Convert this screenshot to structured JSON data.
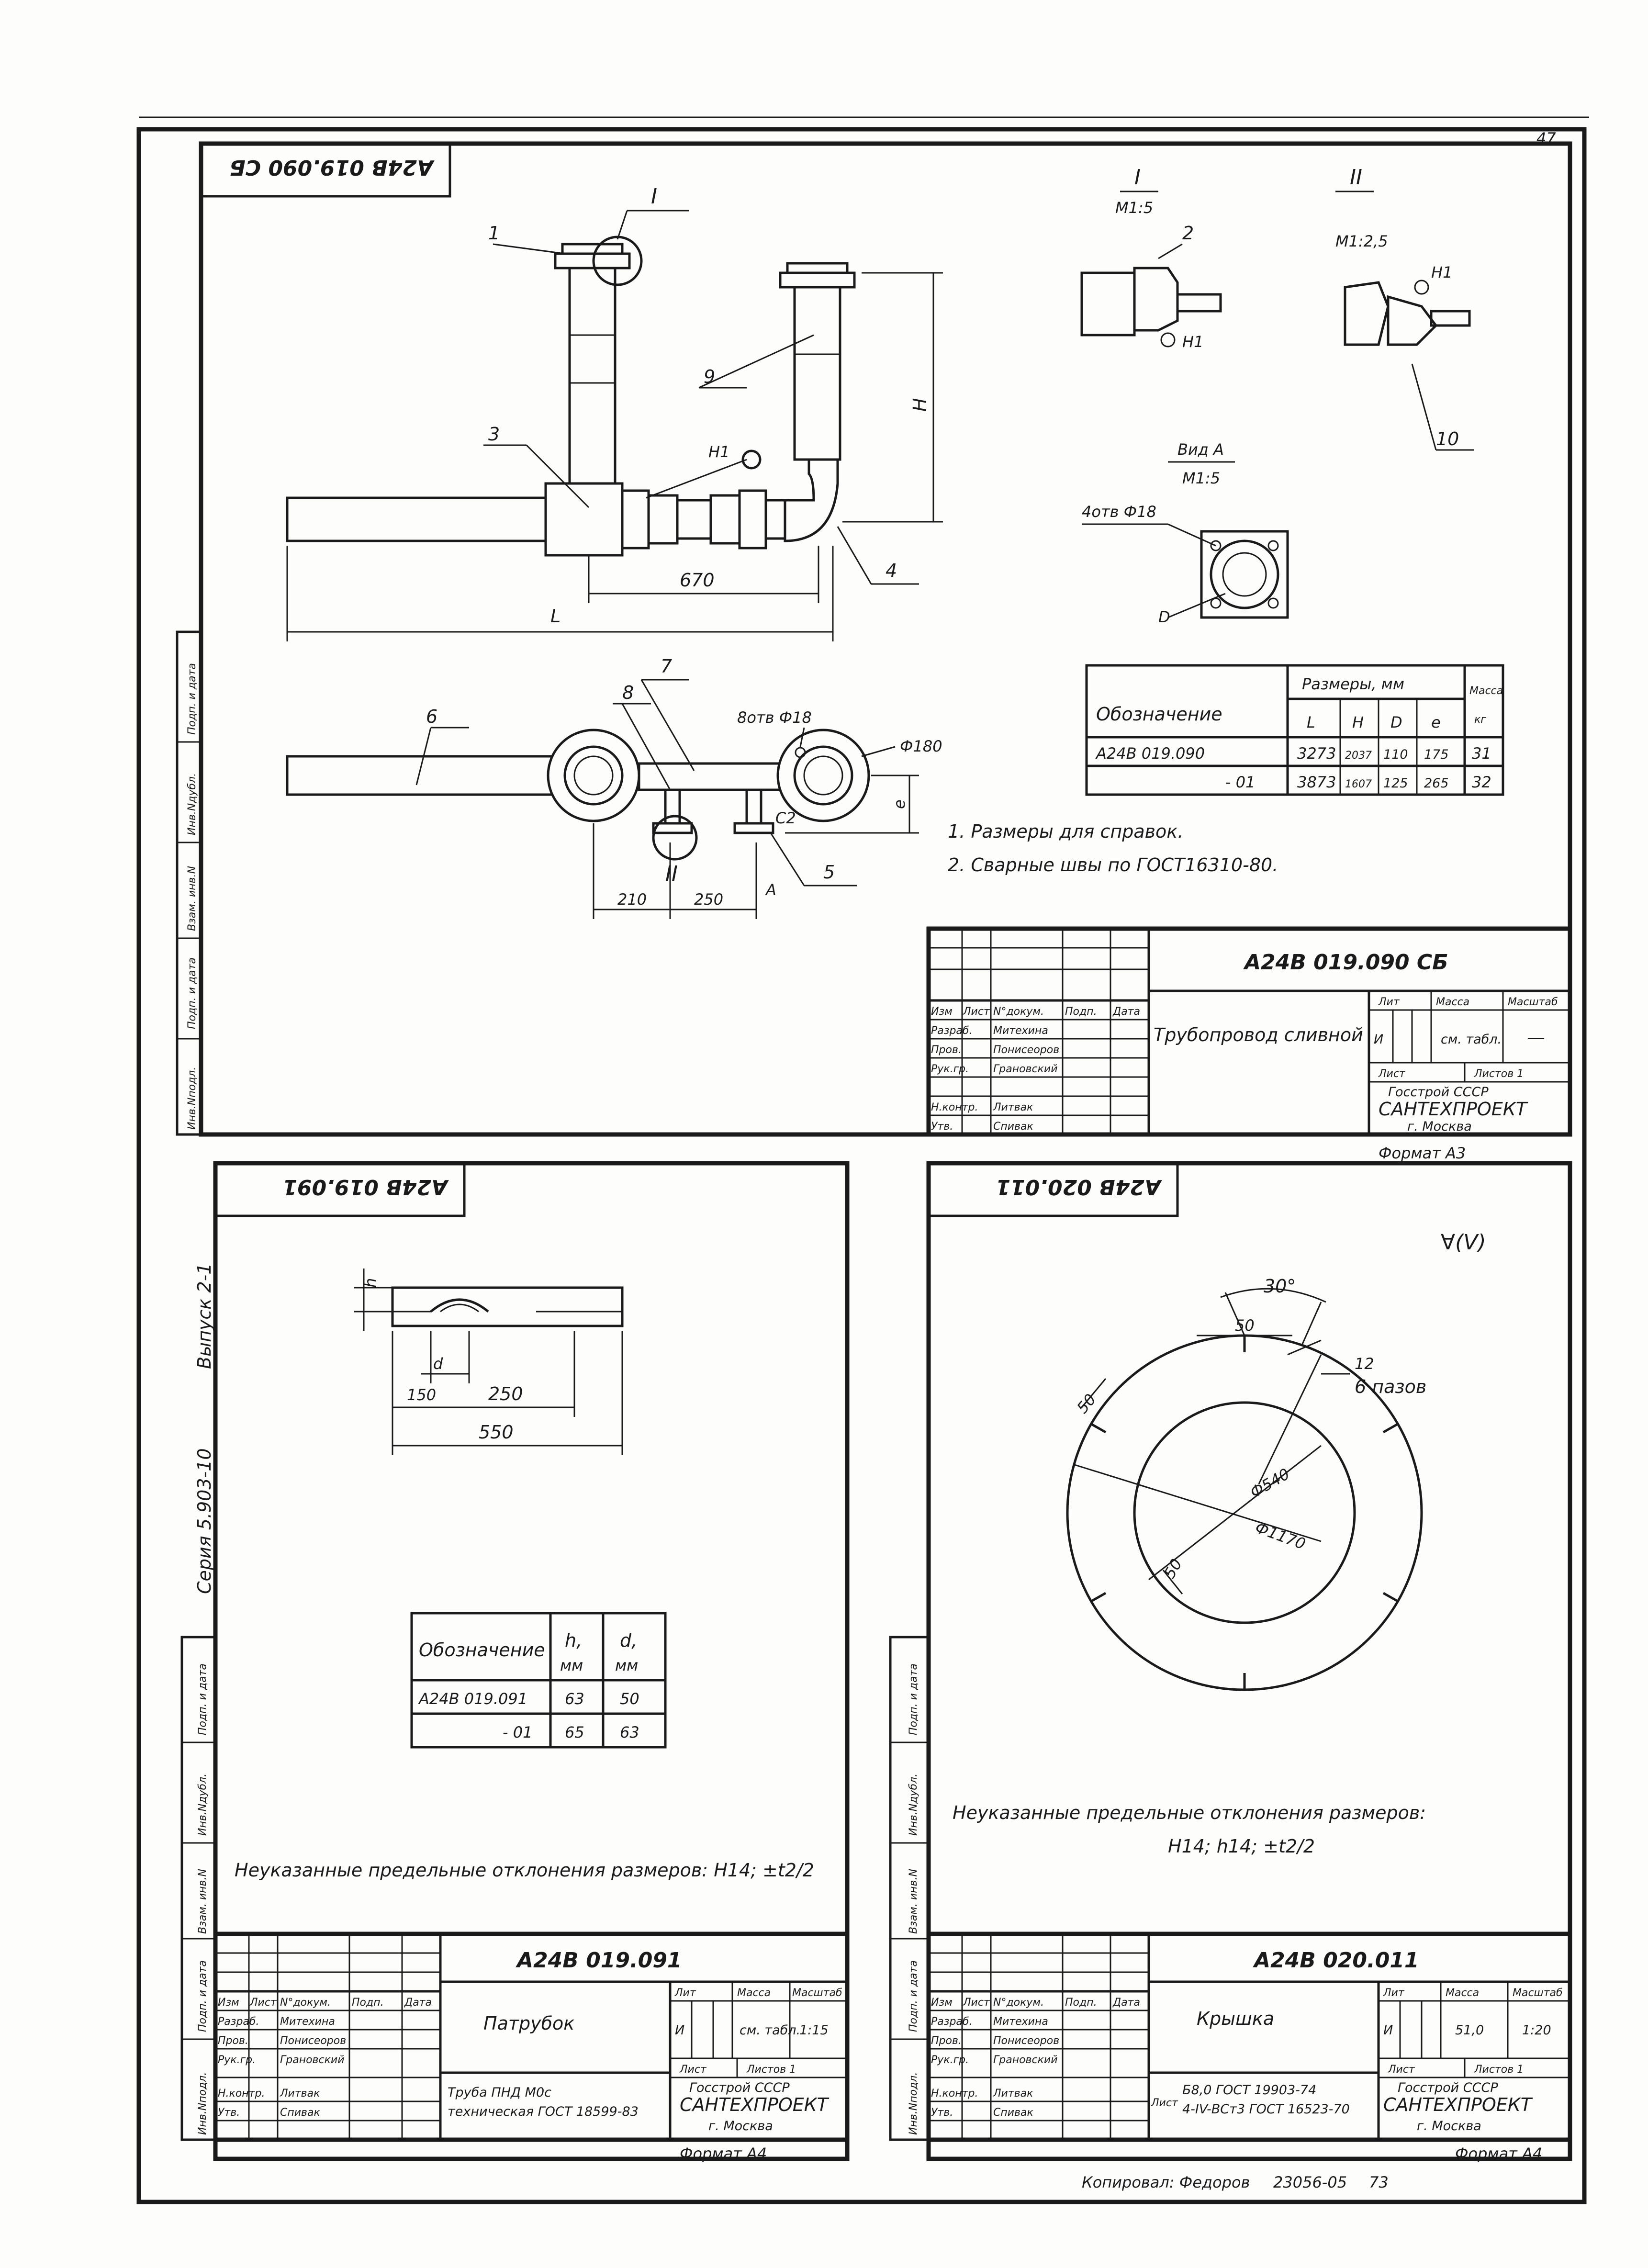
{
  "page_number": "47",
  "drawing1": {
    "designation_rotated": "А24В 019.090 СБ",
    "view_I_label": "I",
    "view_I_scale": "М1:5",
    "view_II_label": "II",
    "view_II_scale": "М1:2,5",
    "view_A_label": "Вид А",
    "view_A_scale": "М1:5",
    "holes_4": "4отв Ф18",
    "callout_D": "D",
    "callouts": [
      "1",
      "2",
      "3",
      "4",
      "5",
      "6",
      "7",
      "8",
      "9",
      "10"
    ],
    "h1": "Н1",
    "dim_670": "670",
    "dim_L": "L",
    "dim_H": "H",
    "dim_210": "210",
    "dim_250": "250",
    "dim_e": "е",
    "holes_8": "8отв Ф18",
    "dia_180": "Ф180",
    "weld_c2": "С2",
    "arrow_A": "А",
    "table": {
      "header_designation": "Обозначение",
      "header_sizes": "Размеры, мм",
      "header_mass": "Масса",
      "mass_unit": "кг",
      "cols": [
        "L",
        "H",
        "D",
        "е"
      ],
      "rows": [
        {
          "designation": "А24В 019.090",
          "L": "3273",
          "H": "2037",
          "D": "110",
          "e": "175",
          "mass": "31"
        },
        {
          "designation": "- 01",
          "L": "3873",
          "H": "1607",
          "D": "125",
          "e": "265",
          "mass": "32"
        }
      ]
    },
    "notes": [
      "1. Размеры для справок.",
      "2. Сварные швы по ГОСТ16310-80."
    ],
    "title_block": {
      "designation": "А24В 019.090 СБ",
      "name": "Трубопровод сливной",
      "lit": "Лит",
      "mass": "Масса",
      "scale": "Масштаб",
      "lit_val": "И",
      "mass_val": "см. табл.",
      "scale_val": "—",
      "sheet": "Лист",
      "sheets": "Листов 1",
      "org1": "Госстрой СССР",
      "org2": "САНТЕХПРОЕКТ",
      "org3": "г. Москва",
      "format": "Формат А3",
      "hdr": [
        "Изм",
        "Лист",
        "N°докум.",
        "Подп.",
        "Дата"
      ],
      "roles": [
        "Разраб.",
        "Пров.",
        "Рук.гр.",
        "Н.контр.",
        "Утв."
      ],
      "names": [
        "Митехина",
        "Понисеоров",
        "Грановский",
        "Литвак",
        "Спивак"
      ]
    }
  },
  "side_labels": {
    "series": "Серия 5.903-10",
    "issue": "Выпуск 2-1",
    "strip": [
      "Инв.Nподл.",
      "Подп. и дата",
      "Взам. инв.N",
      "Инв.Nдубл.",
      "Подп. и дата"
    ]
  },
  "drawing2": {
    "designation_rotated": "А24В 019.091",
    "dim_h": "h",
    "dim_d": "d",
    "dim_150": "150",
    "dim_250": "250",
    "dim_550": "550",
    "table": {
      "header_designation": "Обозначение",
      "header_h": "h,",
      "header_d": "d,",
      "unit": "мм",
      "rows": [
        {
          "designation": "А24В 019.091",
          "h": "63",
          "d": "50"
        },
        {
          "designation": "- 01",
          "h": "65",
          "d": "63"
        }
      ]
    },
    "note": "Неуказанные предельные отклонения размеров: Н14; ±t2/2",
    "title_block": {
      "designation": "А24В 019.091",
      "name": "Патрубок",
      "material1": "Труба ПНД М0с",
      "material2": "техническая ГОСТ 18599-83",
      "lit": "Лит",
      "mass": "Масса",
      "scale": "Масштаб",
      "lit_val": "И",
      "mass_val": "см. табл.",
      "scale_val": "1:15",
      "sheet": "Лист",
      "sheets": "Листов 1",
      "org1": "Госстрой СССР",
      "org2": "САНТЕХПРОЕКТ",
      "org3": "г. Москва",
      "format": "Формат А4",
      "hdr": [
        "Изм",
        "Лист",
        "N°докум.",
        "Подп.",
        "Дата"
      ],
      "roles": [
        "Разраб.",
        "Пров.",
        "Рук.гр.",
        "Н.контр.",
        "Утв."
      ],
      "names": [
        "Митехина",
        "Понисеоров",
        "Грановский",
        "Литвак",
        "Спивак"
      ]
    }
  },
  "drawing3": {
    "designation_rotated": "А24В 020.011",
    "roughness": "∀(V)",
    "dim_30deg": "30°",
    "dim_50a": "50",
    "dim_12": "12",
    "slots": "6 пазов",
    "dim_50b": "50",
    "dia_540": "Ф540",
    "dia_1170": "Ф1170",
    "dim_50c": "50",
    "note1": "Неуказанные предельные отклонения размеров:",
    "note2": "Н14; h14; ±t2/2",
    "title_block": {
      "designation": "А24В 020.011",
      "name": "Крышка",
      "material1": "Б8,0 ГОСТ 19903-74",
      "material2": "4-IV-ВСт3 ГОСТ 16523-70",
      "lit": "Лит",
      "mass": "Масса",
      "scale": "Масштаб",
      "lit_val": "И",
      "mass_val": "51,0",
      "scale_val": "1:20",
      "sheet": "Лист",
      "sheets": "Листов 1",
      "org1": "Госстрой СССР",
      "org2": "САНТЕХПРОЕКТ",
      "org3": "г. Москва",
      "format": "Формат А4",
      "hdr": [
        "Изм",
        "Лист",
        "N°докум.",
        "Подп.",
        "Дата"
      ],
      "roles": [
        "Разраб.",
        "Пров.",
        "Рук.гр.",
        "Н.контр.",
        "Утв."
      ],
      "names": [
        "Митехина",
        "Понисеоров",
        "Грановский",
        "Литвак",
        "Спивак"
      ]
    }
  },
  "footer": {
    "copied": "Копировал: Федоров",
    "number": "23056-05",
    "pg": "73"
  }
}
